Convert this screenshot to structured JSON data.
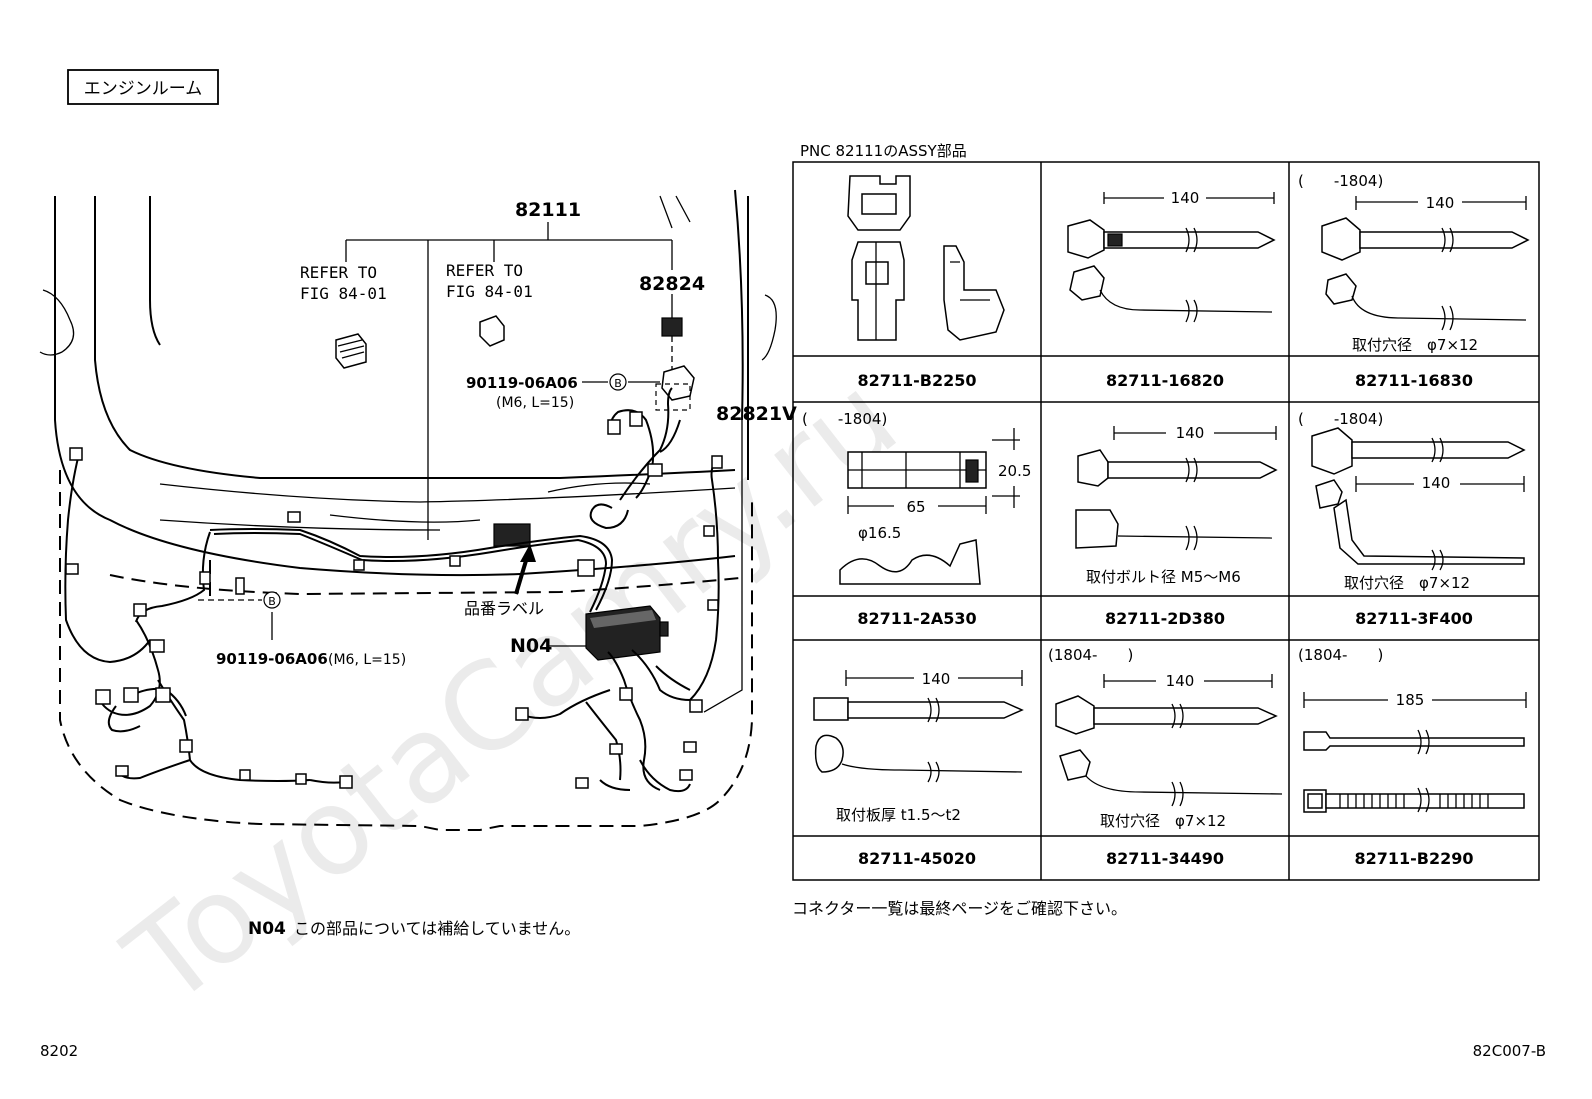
{
  "header": {
    "area_label": "エンジンルーム"
  },
  "watermark": "ToyotaCamry.ru",
  "diagram": {
    "main_part": "82111",
    "refer_left": {
      "line1": "REFER TO",
      "line2": "FIG 84-01"
    },
    "refer_mid": {
      "line1": "REFER TO",
      "line2": "FIG 84-01"
    },
    "part_82824": "82824",
    "part_82821v": "82821V",
    "bolt_top": {
      "number": "90119-06A06",
      "spec": "(M6, L=15)",
      "marker": "B"
    },
    "bolt_left": {
      "number": "90119-06A06",
      "spec": "(M6, L=15)",
      "marker": "B"
    },
    "label_callout": "品番ラベル",
    "n04": "N04",
    "note": {
      "code": "N04",
      "text": "この部品については補給していません。"
    }
  },
  "table": {
    "caption": "PNC 82111のASSY部品",
    "cells": [
      {
        "part": "82711-B2250",
        "date": "",
        "dim": "",
        "note": ""
      },
      {
        "part": "82711-16820",
        "date": "",
        "dim": "140",
        "note": ""
      },
      {
        "part": "82711-16830",
        "date": "(　　-1804)",
        "dim": "140",
        "note": "取付穴径　φ7×12"
      },
      {
        "part": "82711-2A530",
        "date": "(　　-1804)",
        "dim": "65",
        "dim2": "20.5",
        "dim3": "φ16.5",
        "note": ""
      },
      {
        "part": "82711-2D380",
        "date": "",
        "dim": "140",
        "note": "取付ボルト径 M5～M6"
      },
      {
        "part": "82711-3F400",
        "date": "(　　-1804)",
        "dim": "140",
        "note": "取付穴径　φ7×12"
      },
      {
        "part": "82711-45020",
        "date": "",
        "dim": "140",
        "note": "取付板厚 t1.5～t2"
      },
      {
        "part": "82711-34490",
        "date": "(1804-　　)",
        "dim": "140",
        "note": "取付穴径　φ7×12"
      },
      {
        "part": "82711-B2290",
        "date": "(1804-　　)",
        "dim": "185",
        "note": ""
      }
    ]
  },
  "footer": {
    "connector_note": "コネクター一覧は最終ページをご確認下さい。",
    "page_left": "8202",
    "page_right": "82C007-B"
  }
}
